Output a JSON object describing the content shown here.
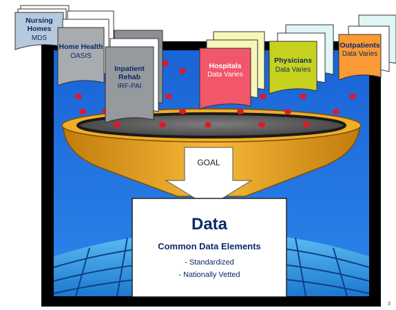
{
  "sources": [
    {
      "id": "nursing",
      "title": [
        "Nursing",
        "Homes"
      ],
      "sub": "MDS",
      "color": "#b7c9dc"
    },
    {
      "id": "homehealth",
      "title": [
        "Home Health"
      ],
      "sub": "OASIS",
      "color": "#a8abb0"
    },
    {
      "id": "rehab",
      "title": [
        "Inpatient",
        "Rehab"
      ],
      "sub": "IRF-PAI",
      "color": "#96999e"
    },
    {
      "id": "hospitals",
      "title": [
        "Hospitals"
      ],
      "sub": "Data Varies",
      "color": "#f2566a"
    },
    {
      "id": "physicians",
      "title": [
        "Physicians"
      ],
      "sub": "Data Varies",
      "color": "#c7d21e"
    },
    {
      "id": "outpatients",
      "title": [
        "Outpatients"
      ],
      "sub": "Data Varies",
      "color": "#f99a34"
    }
  ],
  "goal": "GOAL",
  "result": {
    "title": "Data",
    "subtitle": "Common Data Elements",
    "bullets": [
      "- Standardized",
      "- Nationally Vetted"
    ]
  },
  "page_number": "3",
  "colors": {
    "background_panel": "#000000",
    "sky": "#1e74e0",
    "funnel": "#e8a11a",
    "funnel_rim": "#5a5a5a",
    "dots": "#e3162a",
    "globe": "#3aa5e8",
    "text_dark": "#0b2a66"
  }
}
